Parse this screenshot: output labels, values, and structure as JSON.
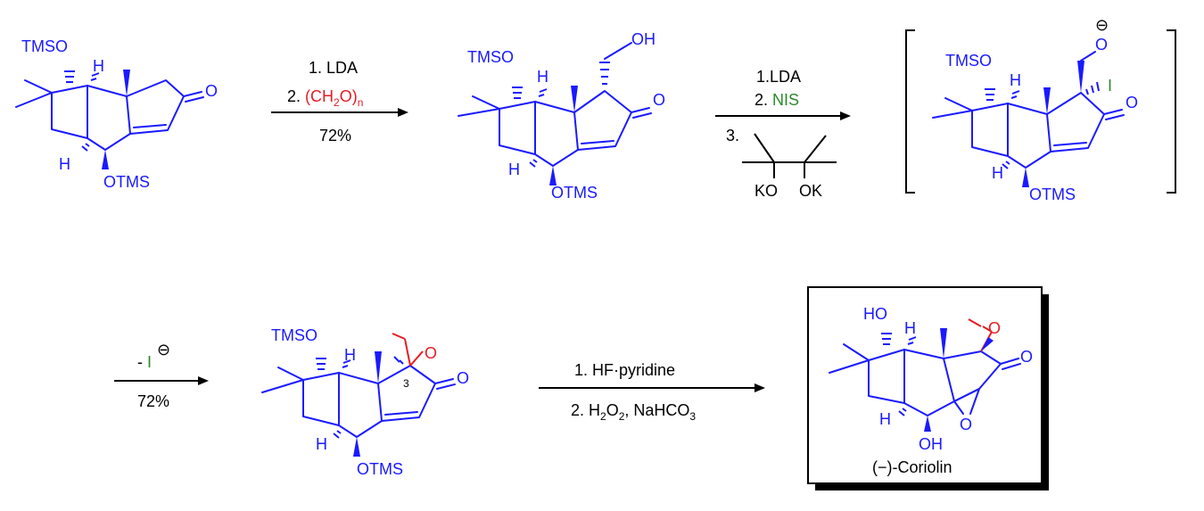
{
  "colors": {
    "molecule": "#1a1aff",
    "reagent_red": "#e51c23",
    "reagent_green": "#2a8a2a",
    "text": "#000000"
  },
  "step1": {
    "line1": "1. LDA",
    "line2_prefix": "2. ",
    "line2_red_a": "(CH",
    "line2_red_sub": "2",
    "line2_red_b": "O)",
    "line2_red_subn": "n",
    "yield": "72%"
  },
  "step2": {
    "line1": "1.LDA",
    "line2_prefix": "2. ",
    "line2_green": "NIS",
    "line3": "3.",
    "ko_label": "KO",
    "ok_label": "OK"
  },
  "step3": {
    "prefix": "- ",
    "ion": "I",
    "charge": "⊖",
    "yield": "72%"
  },
  "step4": {
    "line1": "1. HF·pyridine",
    "line2_a": "2. H",
    "line2_sub1": "2",
    "line2_b": "O",
    "line2_sub2": "2",
    "line2_c": ", NaHCO",
    "line2_sub3": "3"
  },
  "atoms": {
    "tmso": "TMSO",
    "otms": "OTMS",
    "h": "H",
    "o": "O",
    "oh": "OH",
    "ho": "HO",
    "iodine": "I",
    "charge": "⊖",
    "c3": "3"
  },
  "product": {
    "name": "(−)-Coriolin"
  }
}
